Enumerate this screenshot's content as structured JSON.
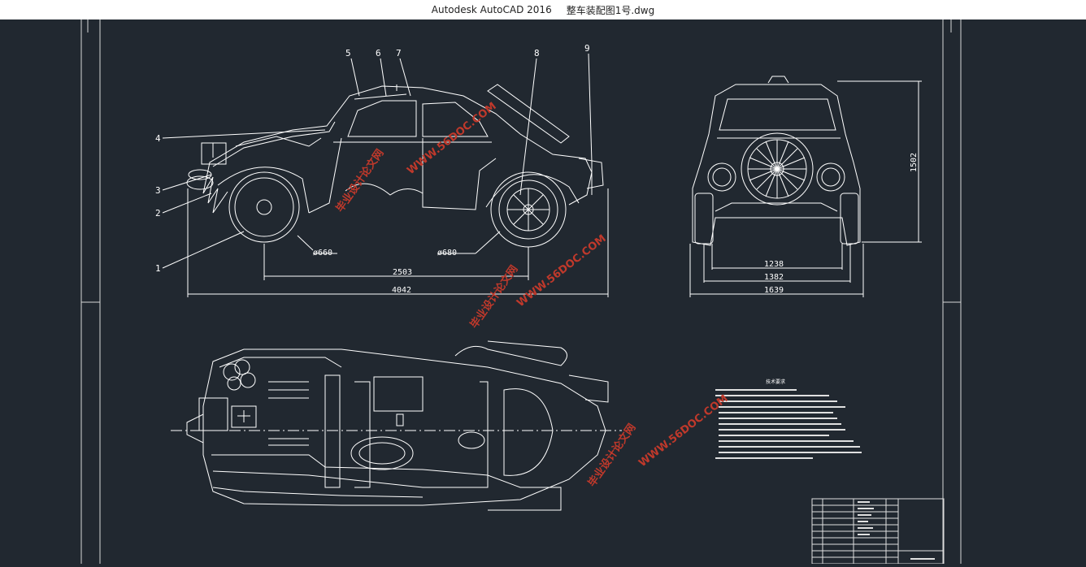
{
  "window": {
    "app_name": "Autodesk AutoCAD 2016",
    "file_name": "整车装配图1号.dwg"
  },
  "drawing": {
    "balloons": [
      "1",
      "2",
      "3",
      "4",
      "5",
      "6",
      "7",
      "8",
      "9"
    ],
    "side_view_dims": {
      "front_wheel": "ø660",
      "rear_wheel": "ø680",
      "wheelbase": "2503",
      "overall_length": "4042"
    },
    "front_view_dims": {
      "height": "1502",
      "track_inner": "1238",
      "track": "1382",
      "overall_width": "1639"
    },
    "notes_title": "技术要求"
  },
  "watermark": {
    "site": "WWW.56DOC.COM",
    "cn": "毕业设计论文网"
  },
  "colors": {
    "background": "#212830",
    "line": "#ffffff",
    "watermark": "#c0392b"
  }
}
